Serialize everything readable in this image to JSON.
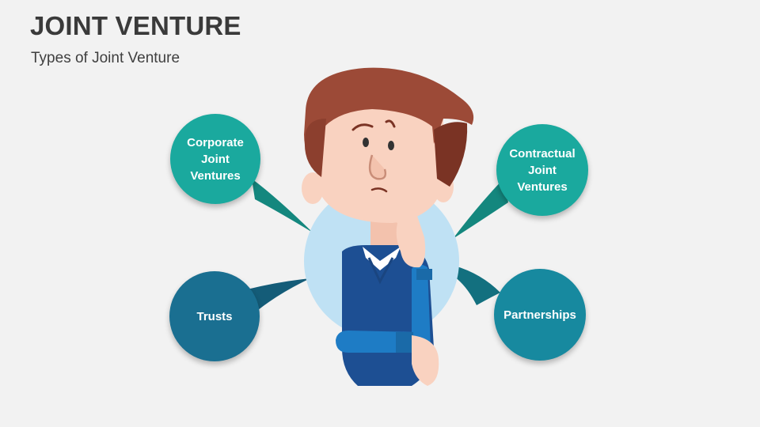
{
  "header": {
    "title": "JOINT VENTURE",
    "subtitle": "Types of Joint Venture"
  },
  "nodes": [
    {
      "id": "corporate",
      "label": "Corporate\nJoint\nVentures",
      "color": "#1aa99e"
    },
    {
      "id": "contractual",
      "label": "Contractual\nJoint\nVentures",
      "color": "#1aa99e"
    },
    {
      "id": "trusts",
      "label": "Trusts",
      "color": "#1a6f91"
    },
    {
      "id": "partnerships",
      "label": "Partnerships",
      "color": "#17899f"
    }
  ],
  "colors": {
    "background": "#f2f2f2",
    "center_circle": "#bfe1f4",
    "hair": "#9c4a37",
    "skin": "#f9d2c0",
    "sweater": "#1d4f93",
    "sleeve": "#1e7cc5"
  }
}
